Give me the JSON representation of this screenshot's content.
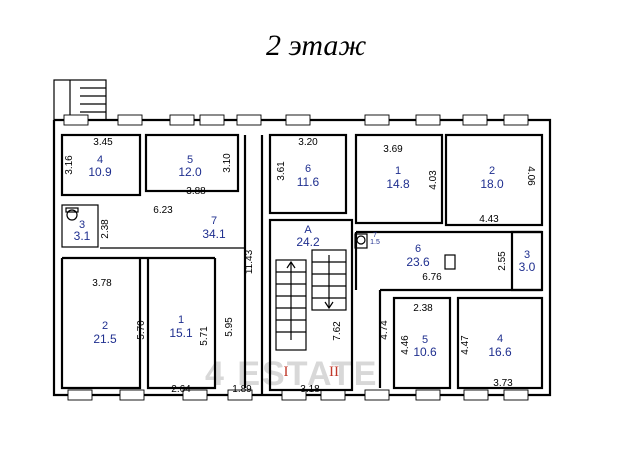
{
  "title": "2 этаж",
  "watermark": "4 ESTATE",
  "rooms": [
    {
      "id": "r4l",
      "num": "4",
      "area": "10.9"
    },
    {
      "id": "r5l",
      "num": "5",
      "area": "12.0"
    },
    {
      "id": "r7",
      "num": "7",
      "area": "34.1"
    },
    {
      "id": "r3l",
      "num": "3",
      "area": "3.1"
    },
    {
      "id": "r2l",
      "num": "2",
      "area": "21.5"
    },
    {
      "id": "r1l",
      "num": "1",
      "area": "15.1"
    },
    {
      "id": "r6m",
      "num": "6",
      "area": "11.6"
    },
    {
      "id": "rA",
      "num": "A",
      "area": "24.2"
    },
    {
      "id": "r1r",
      "num": "1",
      "area": "14.8"
    },
    {
      "id": "r2r",
      "num": "2",
      "area": "18.0"
    },
    {
      "id": "r6r",
      "num": "6",
      "area": "23.6"
    },
    {
      "id": "r3r",
      "num": "3",
      "area": "3.0"
    },
    {
      "id": "r5r",
      "num": "5",
      "area": "10.6"
    },
    {
      "id": "r4r",
      "num": "4",
      "area": "16.6"
    },
    {
      "id": "rsmall",
      "num": "7",
      "area": "1.5"
    }
  ],
  "dimensions": [
    "3.45",
    "3.16",
    "3.10",
    "3.88",
    "6.23",
    "2.38",
    "11.43",
    "3.78",
    "5.70",
    "5.71",
    "5.95",
    "2.64",
    "1.89",
    "3.20",
    "3.61",
    "7.62",
    "3.18",
    "3.69",
    "4.03",
    "4.06",
    "4.43",
    "6.76",
    "2.55",
    "2.38",
    "4.74",
    "4.46",
    "4.47",
    "3.73"
  ],
  "markers": [
    "I",
    "II"
  ]
}
